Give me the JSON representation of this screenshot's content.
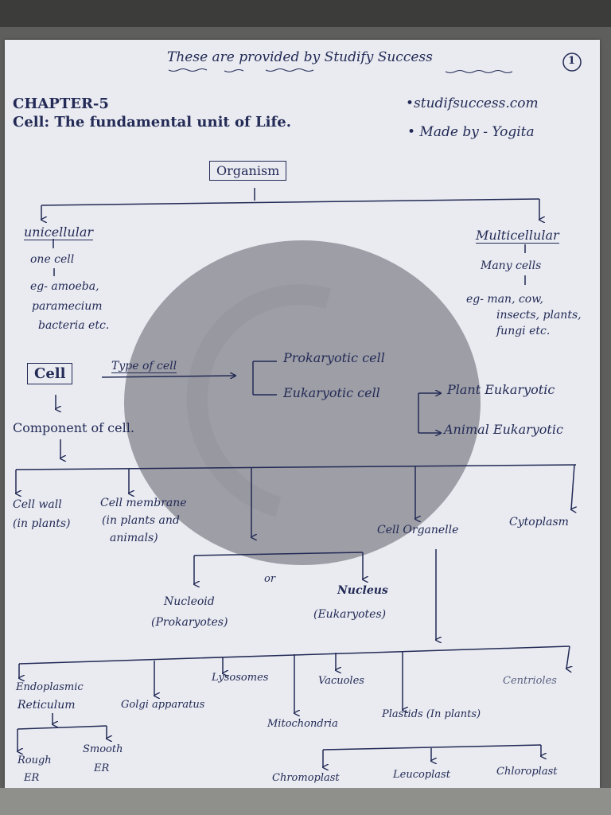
{
  "header": {
    "provided": "These are provided by Studify Success",
    "page_number": "1"
  },
  "chapter": {
    "number": "CHAPTER-5",
    "title": "Cell: The fundamental unit of Life."
  },
  "credits": {
    "site": "•studifsuccess.com",
    "author": "• Made by - Yogita"
  },
  "root": "Organism",
  "unicellular": {
    "label": "unicellular",
    "desc": "one cell",
    "eg1": "eg- amoeba,",
    "eg2": "paramecium",
    "eg3": "bacteria etc."
  },
  "multicellular": {
    "label": "Multicellular",
    "desc": "Many cells",
    "eg1": "eg- man, cow,",
    "eg2": "insects, plants,",
    "eg3": "fungi etc."
  },
  "cell": {
    "label": "Cell",
    "type_label": "Type of cell",
    "prokaryotic": "Prokaryotic cell",
    "eukaryotic": "Eukaryotic cell",
    "plant": "Plant Eukaryotic",
    "animal": "Animal Eukaryotic"
  },
  "component": {
    "label": "Component of cell."
  },
  "components": {
    "wall1": "Cell wall",
    "wall2": "(in plants)",
    "membrane1": "Cell membrane",
    "membrane2": "(in plants and",
    "membrane3": "animals)",
    "organelle": "Cell Organelle",
    "cytoplasm": "Cytoplasm"
  },
  "nucleus": {
    "or": "or",
    "nucleoid": "Nucleoid",
    "nucleoid_sub": "(Prokaryotes)",
    "nucleus": "Nucleus",
    "nucleus_sub": "(Eukaryotes)"
  },
  "organelles": {
    "er1": "Endoplasmic",
    "er2": "Reticulum",
    "rough1": "Rough",
    "rough2": "ER",
    "smooth1": "Smooth",
    "smooth2": "ER",
    "golgi": "Golgi apparatus",
    "lysosomes": "Lysosomes",
    "mitochondria": "Mitochondria",
    "vacuoles": "Vacuoles",
    "plastids": "Plastids (In plants)",
    "centrioles": "Centrioles",
    "chromoplast": "Chromoplast",
    "leucoplast": "Leucoplast",
    "chloroplast": "Chloroplast"
  },
  "colors": {
    "ink": "#232a55",
    "paper": "#e9ebf1",
    "watermark": "#6e7078"
  }
}
